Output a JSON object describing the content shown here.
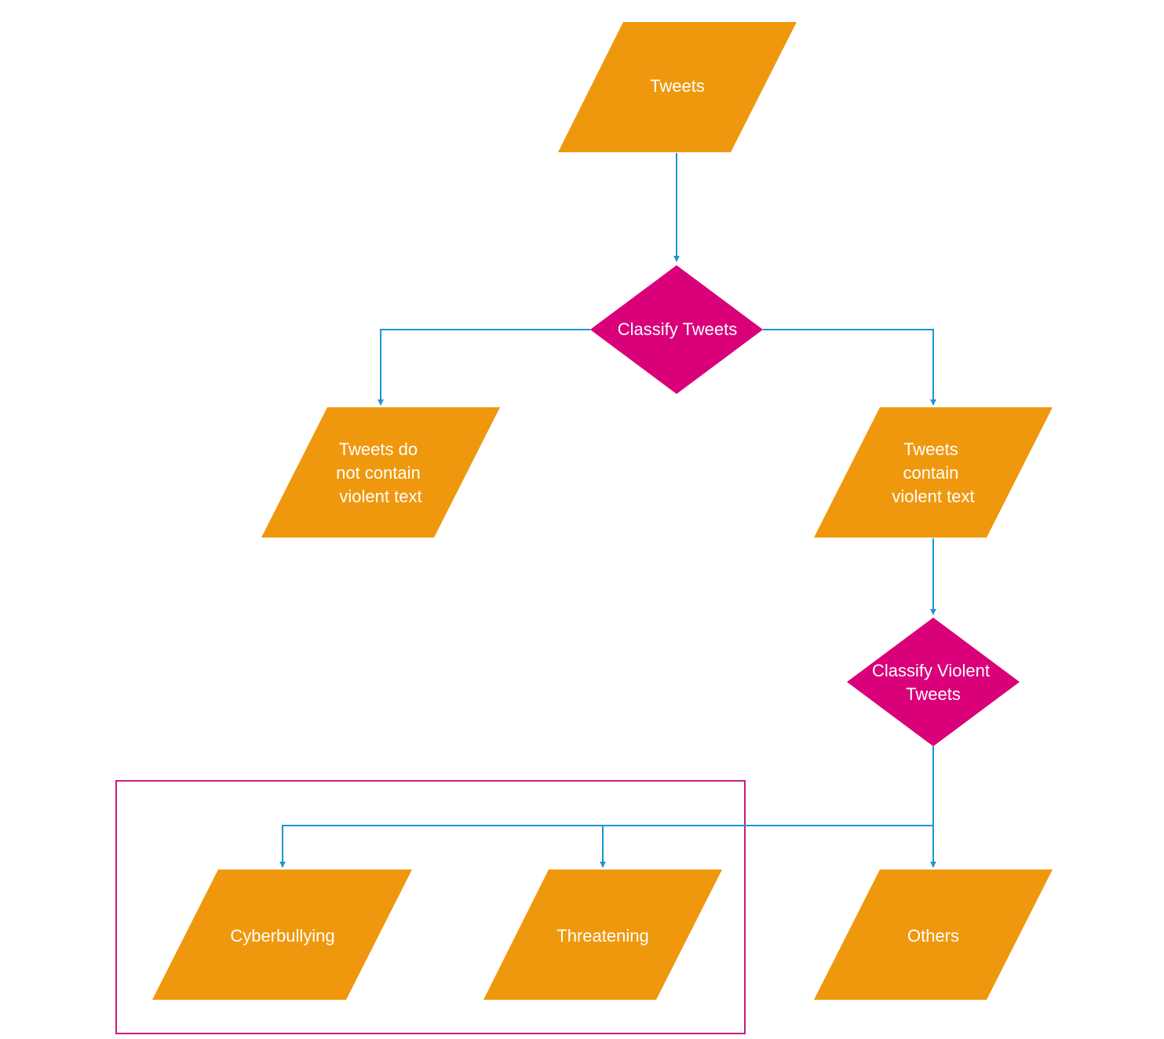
{
  "colors": {
    "data_shape": "#EF980D",
    "decision_shape": "#D9007A",
    "connector": "#1C96D4",
    "group_border": "#CC1A80",
    "label": "#ffffff"
  },
  "nodes": {
    "tweets": {
      "lines": [
        "Tweets"
      ]
    },
    "classify_tweets": {
      "lines": [
        "Classify Tweets"
      ]
    },
    "non_violent": {
      "lines": [
        "Tweets do",
        "not contain",
        "violent text"
      ]
    },
    "violent": {
      "lines": [
        "Tweets",
        "contain",
        "violent text"
      ]
    },
    "classify_violent": {
      "lines": [
        "Classify Violent",
        "Tweets"
      ]
    },
    "cyberbullying": {
      "lines": [
        "Cyberbullying"
      ]
    },
    "threatening": {
      "lines": [
        "Threatening"
      ]
    },
    "others": {
      "lines": [
        "Others"
      ]
    }
  }
}
